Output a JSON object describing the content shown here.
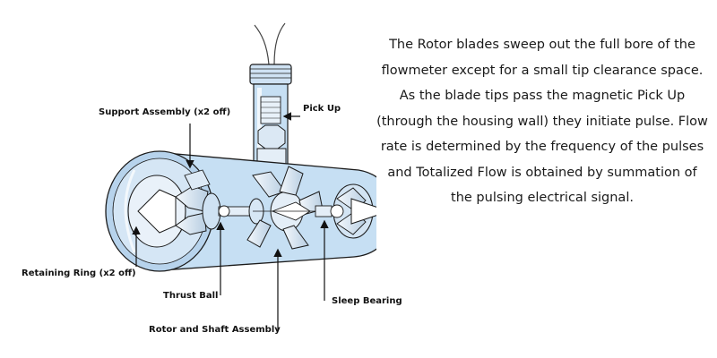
{
  "labels": {
    "support_assembly": "Support Assembly (x2 off)",
    "pick_up": "Pick Up",
    "retaining_ring": "Retaining Ring (x2 off)",
    "thrust_ball": "Thrust Ball",
    "rotor_shaft_assembly": "Rotor and Shaft Assembly",
    "sleep_bearing": "Sleep Bearing"
  },
  "description": "The Rotor blades sweep out the full bore of the flowmeter except for a small tip clearance space. As the blade tips pass the magnetic Pick Up (through the housing wall) they initiate pulse. Flow rate is determined by the frequency of the pulses and Totalized Flow is obtained by summation of the pulsing electrical signal.",
  "colors": {
    "body_fill": "#c6dff3",
    "body_edge": "#1b1b1b",
    "component_fill": "#e4eef7",
    "highlight": "#ffffff",
    "text": "#1a1a1a"
  }
}
